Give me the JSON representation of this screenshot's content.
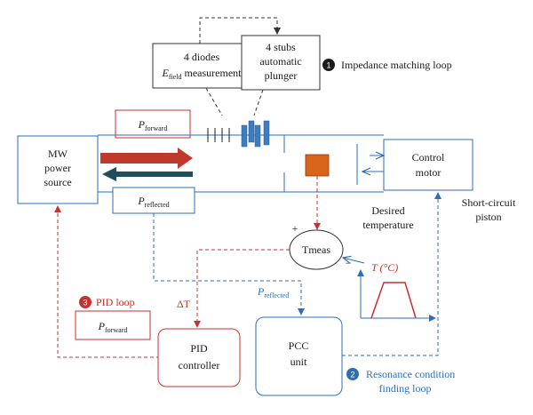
{
  "boxes": {
    "diodes": {
      "line1": "4 diodes",
      "sym": "E",
      "sub": "field",
      "rest": " measurement"
    },
    "stubs": {
      "line1": "4 stubs",
      "line2": "automatic",
      "line3": "plunger"
    },
    "mw": {
      "line1": "MW",
      "line2": "power",
      "line3": "source"
    },
    "control": {
      "line1": "Control",
      "line2": "motor"
    },
    "pid": {
      "line1": "PID",
      "line2": "controller"
    },
    "pcc": {
      "line1": "PCC",
      "line2": "unit"
    },
    "pforward_top": {
      "sym": "P",
      "sub": "forward"
    },
    "preflected": {
      "sym": "P",
      "sub": "reflected"
    },
    "pforward_bottom": {
      "sym": "P",
      "sub": "forward"
    }
  },
  "labels": {
    "tmeas": "Tmeas",
    "plus": "+",
    "minus": "−",
    "desired1": "Desired",
    "desired2": "temperature",
    "shortcircuit1": "Short-circuit",
    "shortcircuit2": "piston",
    "delta_t": "ΔT",
    "pref_sym": "P",
    "pref_sub": "reflected",
    "temp_axis": "T (°C)"
  },
  "loops": {
    "impedance": {
      "num": "1",
      "label": "Impedance matching loop"
    },
    "resonance": {
      "num": "2",
      "label1": "Resonance condition",
      "label2": "finding loop"
    },
    "pid": {
      "num": "3",
      "label": "PID loop"
    }
  },
  "colors": {
    "blue": "#2e6fb3",
    "red": "#c8312e",
    "forward_arrow": "#c0392b",
    "reflected_arrow": "#1f4e5f",
    "sample": "#d9641c",
    "stub_fill": "#3d7cc0"
  }
}
